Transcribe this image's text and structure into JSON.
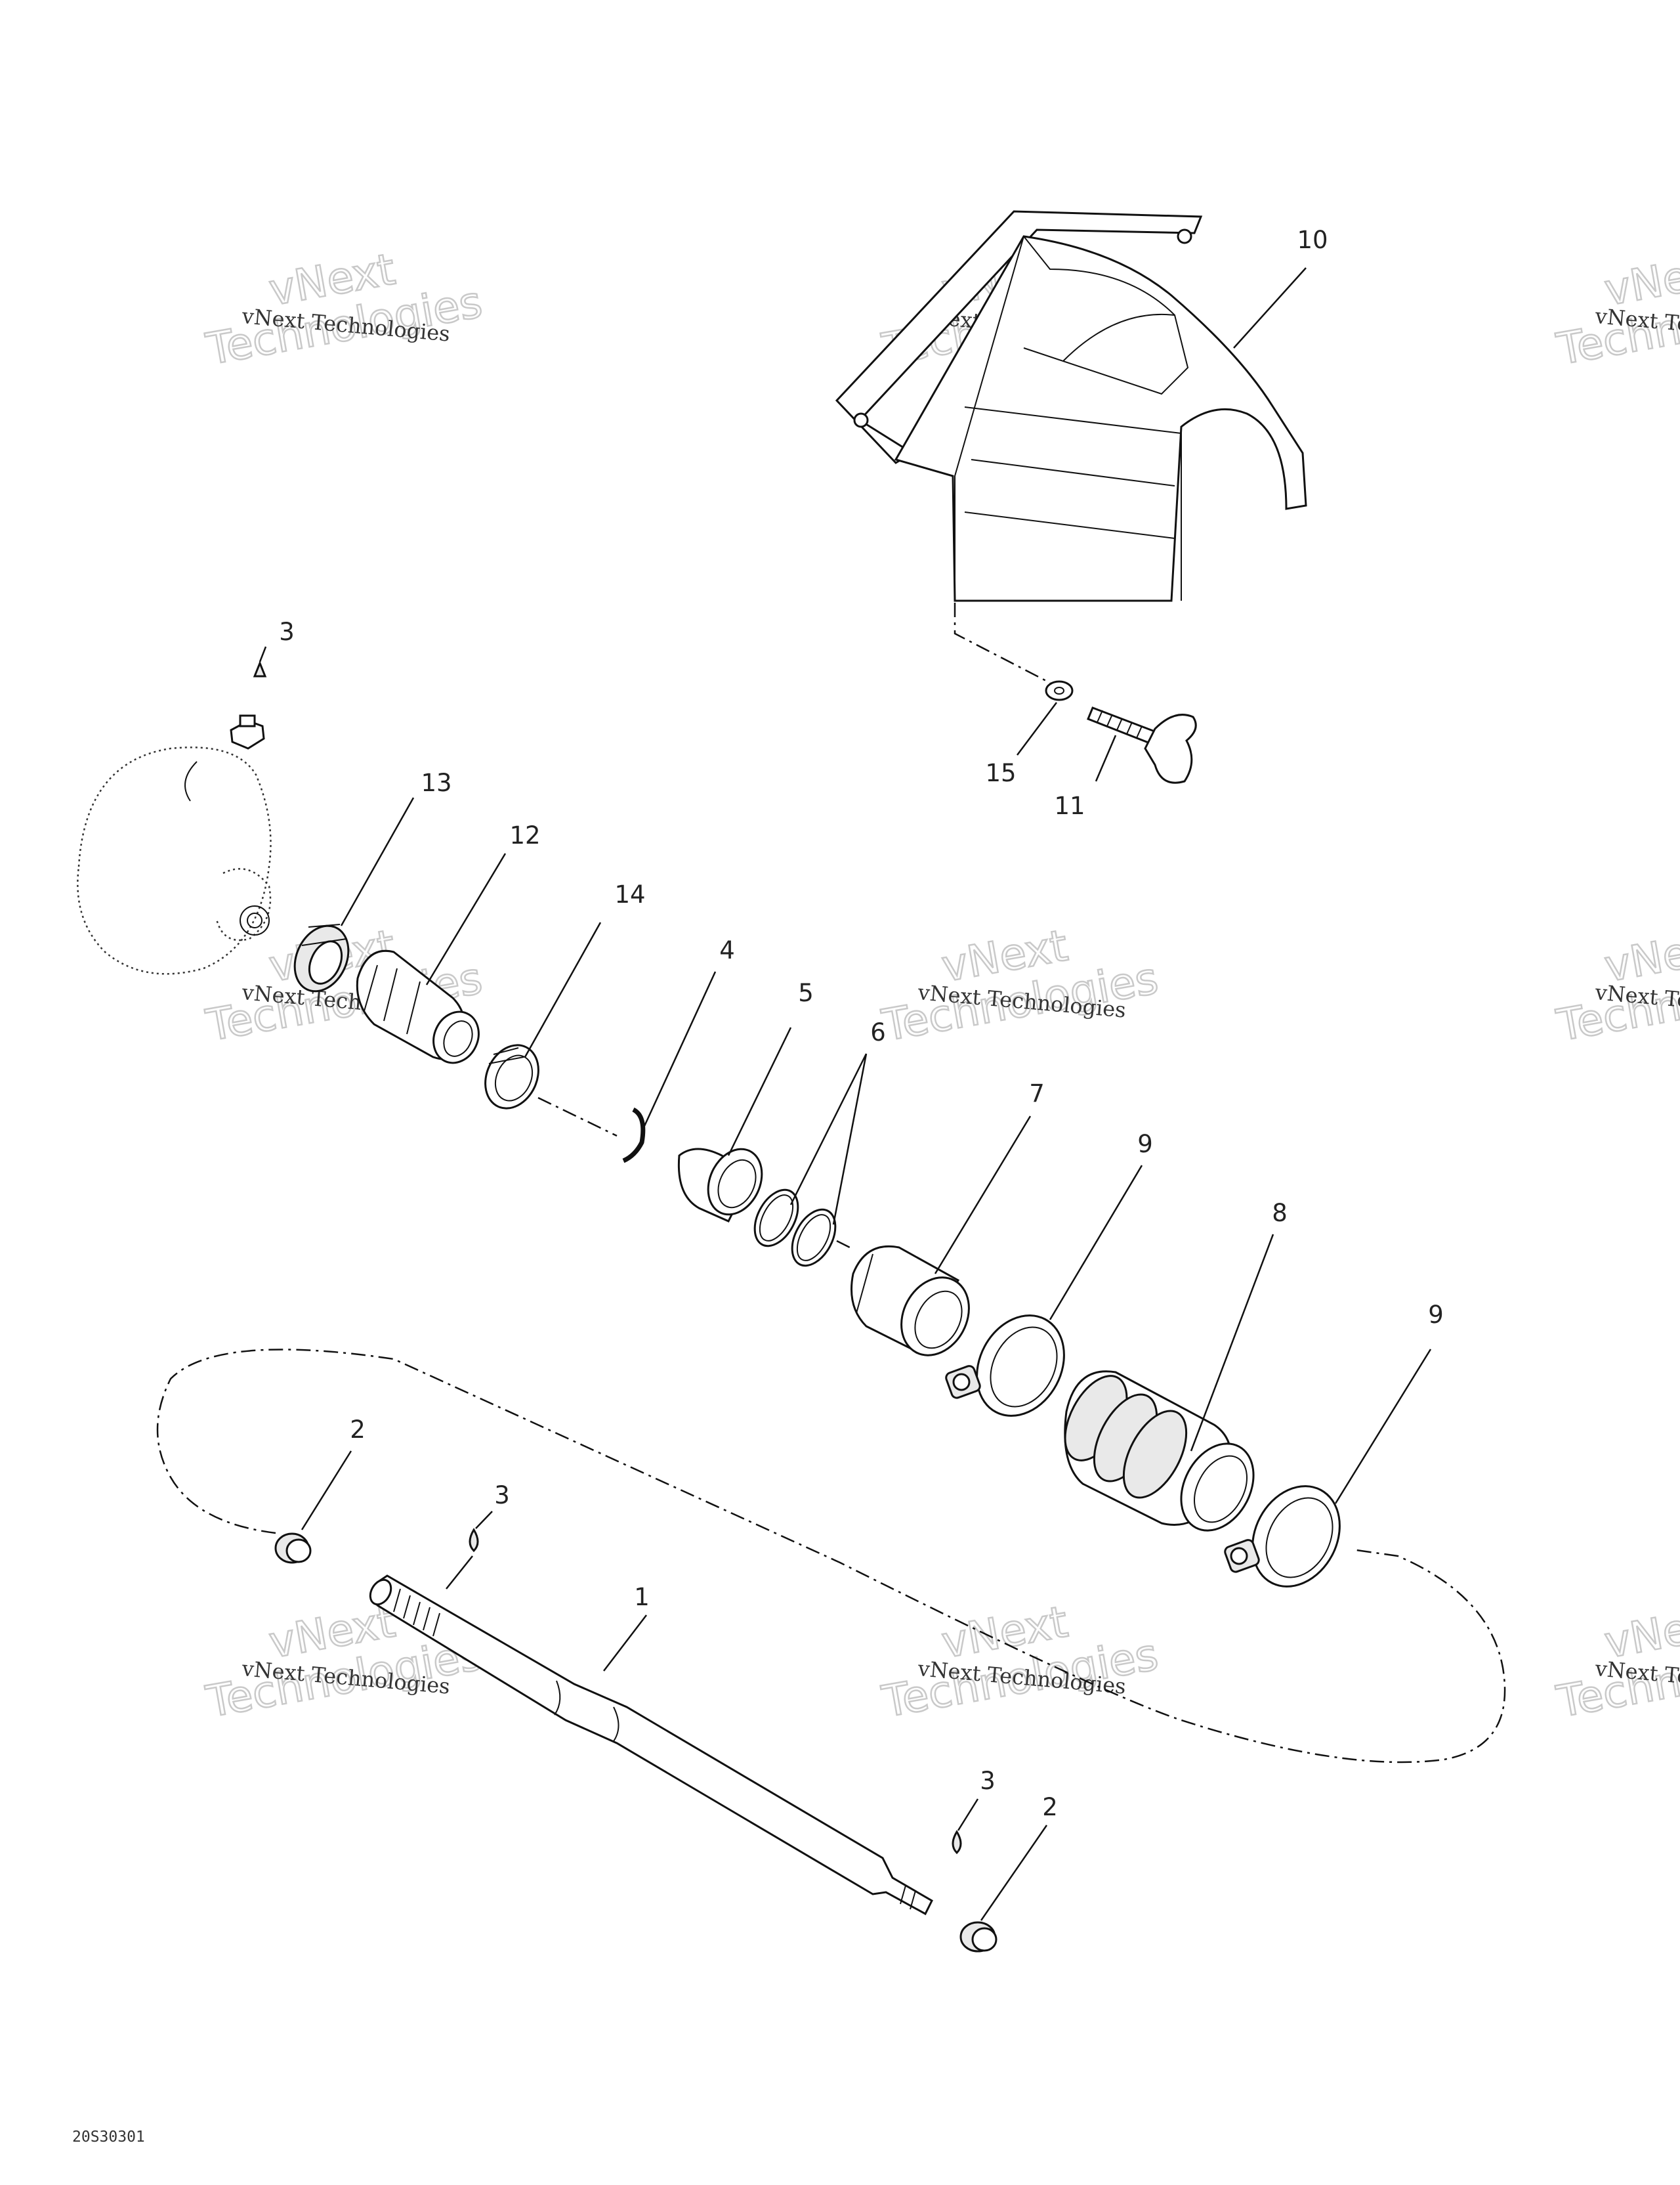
{
  "diagram": {
    "callouts": {
      "c1": "1",
      "c2a": "2",
      "c2b": "2",
      "c3a": "3",
      "c3b": "3",
      "c3c": "3",
      "c4": "4",
      "c5": "5",
      "c6": "6",
      "c7": "7",
      "c8": "8",
      "c9a": "9",
      "c9b": "9",
      "c10": "10",
      "c11": "11",
      "c12": "12",
      "c13": "13",
      "c14": "14",
      "c15": "15"
    },
    "watermark": {
      "line1": "vNext Technologies",
      "line2": "vNext",
      "line3": "Technologies",
      "partial1": "vNext Te",
      "partial2": "vNex",
      "partial3": "Techno"
    },
    "drawing_code": "20S30301"
  }
}
